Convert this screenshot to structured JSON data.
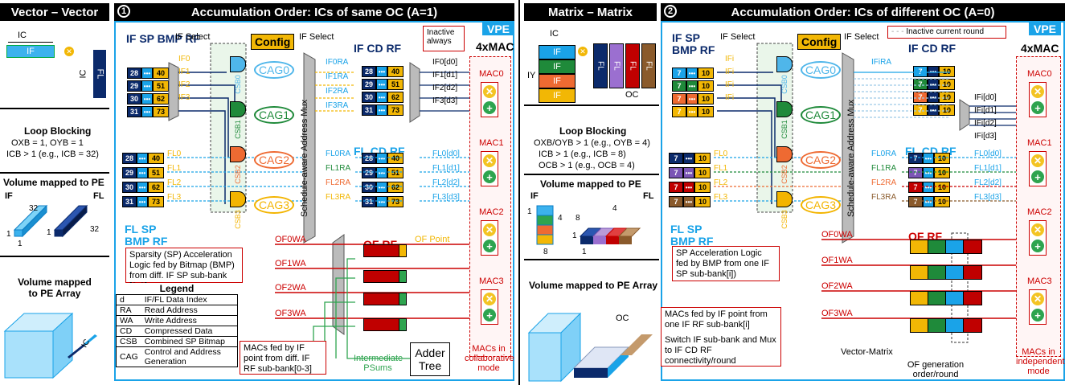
{
  "left_panel": {
    "title": "Vector – Vector",
    "ic_label": "IC",
    "if_label": "IF",
    "fl_label": "FL",
    "loop_blocking_title": "Loop Blocking",
    "loop_blocking_line1": "OXB = 1, OYB = 1",
    "loop_blocking_line2": "ICB > 1 (e.g., ICB = 32)",
    "volume_pe_title": "Volume mapped to PE",
    "vol_if": "IF",
    "vol_fl": "FL",
    "vol_32a": "32",
    "vol_32b": "32",
    "vol_1a": "1",
    "vol_1b": "1",
    "vol_1c": "1",
    "volume_array_title": "Volume mapped to PE Array",
    "array_ic": "IC"
  },
  "section1": {
    "number": "1",
    "title": "Accumulation Order: ICs of same OC (A=1)",
    "vpe": "VPE",
    "four_mac": "4xMAC",
    "if_sp_bmp_rf": "IF SP BMP RF",
    "fl_sp_bmp_rf": "FL SP BMP RF",
    "if_select_1": "IF Select",
    "if_select_2": "IF Select",
    "config": "Config",
    "inactive_always": "Inactive always",
    "if_cd_rf": "IF CD RF",
    "fl_cd_rf": "FL CD RF",
    "of_rf": "OF RF",
    "of_point": "OF Point",
    "mux_label": "Schedule-aware Address Mux",
    "sparsity_note": "Sparsity (SP) Acceleration Logic fed by Bitmap (BMP) from diff. IF SP sub-bank [0-3]",
    "macs_note": "MACs fed by IF point from diff. IF RF sub-bank[0-3]",
    "intermediate": "Intermediate PSums",
    "adder_tree": "Adder Tree",
    "macs_mode": "MACs in collaborative mode",
    "cags": [
      "CAG0",
      "CAG1",
      "CAG2",
      "CAG3"
    ],
    "csbs": [
      "CSB0",
      "CSB1",
      "CSB2",
      "CSB3"
    ],
    "if_rows": [
      [
        "28",
        "40"
      ],
      [
        "29",
        "51"
      ],
      [
        "30",
        "62"
      ],
      [
        "31",
        "73"
      ]
    ],
    "fl_rows": [
      [
        "28",
        "40"
      ],
      [
        "29",
        "51"
      ],
      [
        "30",
        "62"
      ],
      [
        "31",
        "73"
      ]
    ],
    "if_rf_labels": [
      "IF0",
      "IF1",
      "IF2",
      "IF3"
    ],
    "fl_rf_labels": [
      "FL0",
      "FL1",
      "FL2",
      "FL3"
    ],
    "if_ra": [
      "IF0RA",
      "IF1RA",
      "IF2RA",
      "IF3RA"
    ],
    "fl_ra": [
      "FL0RA",
      "FL1RA",
      "FL2RA",
      "FL3RA"
    ],
    "if_out": [
      "IF0[d0]",
      "IF1[d1]",
      "IF2[d2]",
      "IF3[d3]"
    ],
    "fl_out": [
      "FL0[d0]",
      "FL1[d1]",
      "FL2[d2]",
      "FL3[d3]"
    ],
    "of_wa": [
      "OF0WA",
      "OF1WA",
      "OF2WA",
      "OF3WA"
    ],
    "macs": [
      "MAC0",
      "MAC1",
      "MAC2",
      "MAC3"
    ]
  },
  "legend": {
    "title": "Legend",
    "rows": [
      [
        "d",
        "IF/FL Data Index"
      ],
      [
        "RA",
        "Read Address"
      ],
      [
        "WA",
        "Write Address"
      ],
      [
        "CD",
        "Compressed Data"
      ],
      [
        "CSB",
        "Combined SP Bitmap"
      ],
      [
        "CAG",
        "Control and Address Generation"
      ]
    ]
  },
  "middle_panel": {
    "title": "Matrix – Matrix",
    "ic": "IC",
    "iy": "IY",
    "oc": "OC",
    "if_items": [
      "IF",
      "IF",
      "IF",
      "IF"
    ],
    "fl_items": [
      "FL",
      "FL",
      "FL",
      "FL"
    ],
    "loop_blocking_title": "Loop Blocking",
    "loop_line1": "OXB/OYB > 1 (e.g., OYB = 4)",
    "loop_line2": "ICB > 1 (e.g., ICB = 8)",
    "loop_line3": "OCB > 1 (e.g., OCB = 4)",
    "volume_pe_title": "Volume mapped to PE",
    "vol_if": "IF",
    "vol_fl": "FL",
    "vol_4a": "4",
    "vol_4b": "4",
    "vol_8a": "8",
    "vol_8b": "8",
    "vol_1a": "1",
    "vol_1b": "1",
    "vol_1c": "1",
    "volume_array_title": "Volume mapped to PE Array",
    "array_oc": "OC"
  },
  "section2": {
    "number": "2",
    "title": "Accumulation Order: ICs of different OC (A=0)",
    "vpe": "VPE",
    "four_mac": "4xMAC",
    "if_sp_bmp_rf": "IF SP BMP RF",
    "fl_sp_bmp_rf": "FL SP BMP RF",
    "if_select_1": "IF Select",
    "if_select_2": "IF Select",
    "config": "Config",
    "inactive_round": "Inactive current round",
    "if_cd_rf": "IF CD RF",
    "fl_cd_rf": "FL CD RF",
    "of_rf": "OF RF",
    "mux_label": "Schedule-aware Address Mux",
    "sp_note": "SP Acceleration Logic fed by BMP from one IF SP sub-bank[i])",
    "macs_note": "MACs fed by IF point from one IF RF sub-bank[i]",
    "switch_note": "Switch IF sub-bank and Mux to IF CD RF connectivity/round",
    "vector_matrix": "Vector-Matrix",
    "of_generation": "OF generation order/round",
    "macs_mode": "MACs in independent mode",
    "cags": [
      "CAG0",
      "CAG1",
      "CAG2",
      "CAG3"
    ],
    "csbs": [
      "CSB0",
      "CSB1",
      "CSB2",
      "CSB3"
    ],
    "if_rows": [
      [
        "7",
        "10"
      ],
      [
        "7",
        "10"
      ],
      [
        "7",
        "10"
      ],
      [
        "7",
        "10"
      ]
    ],
    "fl_rows": [
      [
        "7",
        "10"
      ],
      [
        "7",
        "10"
      ],
      [
        "7",
        "10"
      ],
      [
        "7",
        "10"
      ]
    ],
    "if_rf_labels": [
      "IFi",
      "IFi",
      "IFi",
      "IFi"
    ],
    "fl_rf_labels": [
      "FL0",
      "FL1",
      "FL2",
      "FL3"
    ],
    "if_ra": [
      "IFiRA"
    ],
    "fl_ra": [
      "FL0RA",
      "FL1RA",
      "FL2RA",
      "FL3RA"
    ],
    "if_out": [
      "IFi[d0]",
      "IFi[d1]",
      "IFi[d2]",
      "IFi[d3]"
    ],
    "fl_out": [
      "FL0[d0]",
      "FL1[d1]",
      "FL2[d2]",
      "FL3[d3]"
    ],
    "of_wa": [
      "OF0WA",
      "OF1WA",
      "OF2WA",
      "OF3WA"
    ],
    "macs": [
      "MAC0",
      "MAC1",
      "MAC2",
      "MAC3"
    ]
  },
  "colors": {
    "accent_blue": "#1aa3e8",
    "navy": "#0b2a6b",
    "gold": "#f2b705",
    "red": "#c00000",
    "green": "#2ea44f",
    "cag_blue": "#4fb6ea",
    "cag_green": "#1f8a3a",
    "cag_orange": "#ee6a32",
    "cag_yellow": "#f3b400"
  }
}
